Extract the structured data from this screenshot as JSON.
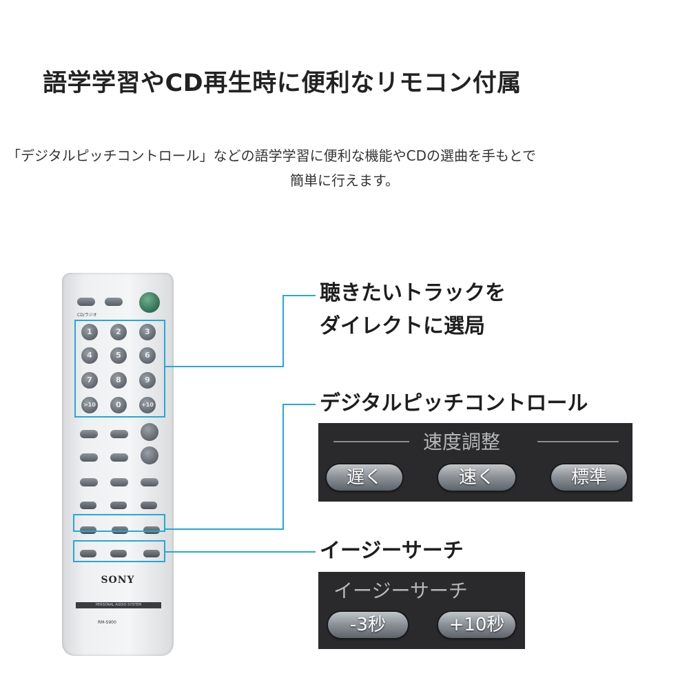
{
  "headline": "語学学習やCD再生時に便利なリモコン付属",
  "description": {
    "line1": "「デジタルピッチコントロール」などの語学学習に便利な機能やCDの選曲を手もとで",
    "line2": "簡単に行えます。"
  },
  "callouts": {
    "track": {
      "line1": "聴きたいトラックを",
      "line2": "ダイレクトに選局"
    },
    "pitch": "デジタルピッチコントロール",
    "search": "イージーサーチ"
  },
  "speed_panel": {
    "title": "速度調整",
    "buttons": [
      "遅く",
      "速く",
      "標準"
    ]
  },
  "search_panel": {
    "title": "イージーサーチ",
    "buttons": [
      "-3秒",
      "+10秒"
    ]
  },
  "remote": {
    "brand": "SONY",
    "strip": "PERSONAL AUDIO SYSTEM",
    "model": "RM-S900",
    "keypad": [
      "1",
      "2",
      "3",
      "4",
      "5",
      "6",
      "7",
      "8",
      "9",
      ">10",
      "0",
      "+10"
    ],
    "cd_label": "CD/ラジオ"
  },
  "colors": {
    "highlight": "#23a8d8",
    "panel_bg": "#2a2a2c"
  }
}
